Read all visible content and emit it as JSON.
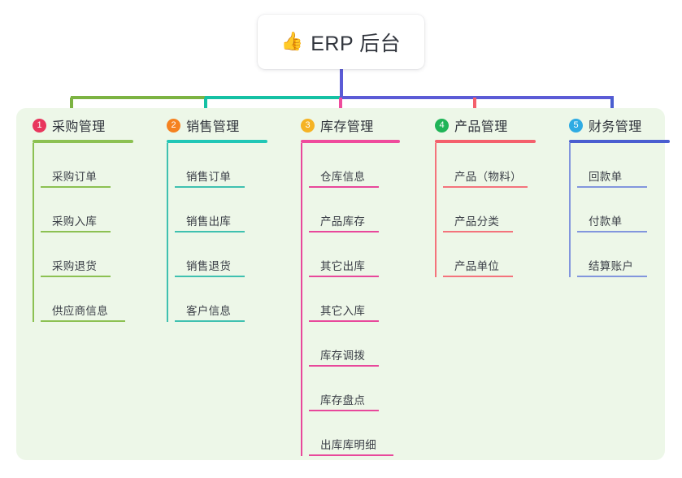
{
  "root": {
    "icon": "thumbs-up-icon",
    "icon_glyph": "👍",
    "title": "ERP 后台"
  },
  "canvas": {
    "background": "#ffffff",
    "panel_background": "#edf7e8"
  },
  "connector": {
    "segments": [
      {
        "name": "green",
        "color": "#7cb342"
      },
      {
        "name": "teal",
        "color": "#15c1a4"
      },
      {
        "name": "indigo",
        "color": "#5b5bd6"
      }
    ],
    "drops": [
      {
        "name": "drop-purchase",
        "color": "#7cb342"
      },
      {
        "name": "drop-sales",
        "color": "#15c1a4"
      },
      {
        "name": "drop-inventory",
        "color": "#ef4c9c"
      },
      {
        "name": "drop-product",
        "color": "#f4606c"
      },
      {
        "name": "drop-finance",
        "color": "#4a5ed0"
      }
    ],
    "trunk_color": "#5b5bd6"
  },
  "columns": [
    {
      "id": "purchase",
      "number": "1",
      "title": "采购管理",
      "badge_color": "#e8365d",
      "line_color": "#8cc152",
      "rule_color": "#8cc152",
      "items": [
        {
          "label": "采购订单"
        },
        {
          "label": "采购入库"
        },
        {
          "label": "采购退货"
        },
        {
          "label": "供应商信息",
          "wide": true
        }
      ]
    },
    {
      "id": "sales",
      "number": "2",
      "title": "销售管理",
      "badge_color": "#f58220",
      "line_color": "#3fc1b0",
      "rule_color": "#21c7b6",
      "items": [
        {
          "label": "销售订单"
        },
        {
          "label": "销售出库"
        },
        {
          "label": "销售退货"
        },
        {
          "label": "客户信息"
        }
      ]
    },
    {
      "id": "inventory",
      "number": "3",
      "title": "库存管理",
      "badge_color": "#f5b324",
      "line_color": "#e8489b",
      "rule_color": "#ef4c9c",
      "items": [
        {
          "label": "仓库信息"
        },
        {
          "label": "产品库存"
        },
        {
          "label": "其它出库"
        },
        {
          "label": "其它入库"
        },
        {
          "label": "库存调拨"
        },
        {
          "label": "库存盘点"
        },
        {
          "label": "出库库明细",
          "wide": true
        }
      ]
    },
    {
      "id": "product",
      "number": "4",
      "title": "产品管理",
      "badge_color": "#1fb457",
      "line_color": "#f4737c",
      "rule_color": "#f4606c",
      "items": [
        {
          "label": "产品（物料）",
          "wide": true
        },
        {
          "label": "产品分类"
        },
        {
          "label": "产品单位"
        }
      ]
    },
    {
      "id": "finance",
      "number": "5",
      "title": "财务管理",
      "badge_color": "#2eabe3",
      "line_color": "#8296dd",
      "rule_color": "#4a5ed0",
      "items": [
        {
          "label": "回款单"
        },
        {
          "label": "付款单"
        },
        {
          "label": "结算账户"
        }
      ]
    }
  ]
}
